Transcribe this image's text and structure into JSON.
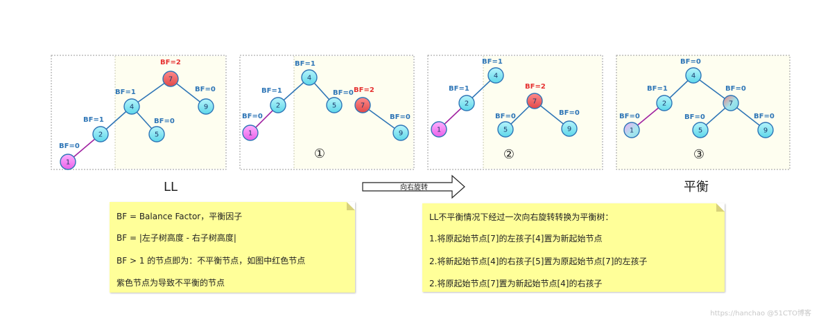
{
  "ll_label": "LL",
  "balanced_label": "平衡",
  "arrow": {
    "label": "向右旋转"
  },
  "colors": {
    "node_normal": "#7fe6f5",
    "node_unbalanced": "#f06060",
    "node_cause": "#f07ef0",
    "node_stroke": "#2e75b6",
    "edge": "#2e75b6",
    "edge_cause": "#a020a0",
    "bf_text": "#2e75b6",
    "bf_text_alert": "#e53030",
    "note_bg": "#ffff99",
    "panel_bg": "#fefef0"
  },
  "panels": [
    {
      "step": "",
      "nodes": [
        {
          "id": "7",
          "label": "7",
          "bf": "BF=2",
          "style": "unbalanced",
          "bf_alert": true
        },
        {
          "id": "4",
          "label": "4",
          "bf": "BF=1",
          "style": "normal"
        },
        {
          "id": "9",
          "label": "9",
          "bf": "BF=0",
          "style": "normal"
        },
        {
          "id": "2",
          "label": "2",
          "bf": "BF=1",
          "style": "normal"
        },
        {
          "id": "5",
          "label": "5",
          "bf": "BF=0",
          "style": "normal"
        },
        {
          "id": "1",
          "label": "1",
          "bf": "BF=0",
          "style": "cause"
        }
      ]
    },
    {
      "step": "①",
      "nodes": [
        {
          "id": "4",
          "label": "4",
          "bf": "BF=1",
          "style": "normal"
        },
        {
          "id": "2",
          "label": "2",
          "bf": "BF=1",
          "style": "normal"
        },
        {
          "id": "5",
          "label": "5",
          "bf": "BF=0",
          "style": "normal"
        },
        {
          "id": "7",
          "label": "7",
          "bf": "BF=2",
          "style": "unbalanced",
          "bf_alert": true
        },
        {
          "id": "1",
          "label": "1",
          "bf": "BF=0",
          "style": "cause"
        },
        {
          "id": "9",
          "label": "9",
          "bf": "BF=0",
          "style": "normal"
        }
      ]
    },
    {
      "step": "②",
      "nodes": [
        {
          "id": "4",
          "label": "4",
          "bf": "BF=1",
          "style": "normal"
        },
        {
          "id": "2",
          "label": "2",
          "bf": "BF=1",
          "style": "normal"
        },
        {
          "id": "7",
          "label": "7",
          "bf": "BF=2",
          "style": "unbalanced",
          "bf_alert": true
        },
        {
          "id": "1",
          "label": "1",
          "bf": "",
          "style": "cause"
        },
        {
          "id": "5",
          "label": "5",
          "bf": "BF=0",
          "style": "normal"
        },
        {
          "id": "9",
          "label": "9",
          "bf": "BF=0",
          "style": "normal"
        }
      ]
    },
    {
      "step": "③",
      "nodes": [
        {
          "id": "4",
          "label": "4",
          "bf": "BF=0",
          "style": "normal"
        },
        {
          "id": "2",
          "label": "2",
          "bf": "BF=1",
          "style": "normal"
        },
        {
          "id": "7",
          "label": "7",
          "bf": "BF=0",
          "style": "faded"
        },
        {
          "id": "1",
          "label": "1",
          "bf": "BF=0",
          "style": "faded-cause"
        },
        {
          "id": "5",
          "label": "5",
          "bf": "BF=0",
          "style": "normal"
        },
        {
          "id": "9",
          "label": "9",
          "bf": "BF=0",
          "style": "normal"
        }
      ]
    }
  ],
  "note_left": {
    "lines": [
      "BF = Balance Factor，平衡因子",
      "BF = |左子树高度 - 右子树高度|",
      "BF > 1 的节点即为：不平衡节点，如图中红色节点",
      "紫色节点为导致不平衡的节点"
    ]
  },
  "note_right": {
    "lines": [
      "LL不平衡情况下经过一次向右旋转转换为平衡树：",
      "1.将原起始节点[7]的左孩子[4]置为新起始节点",
      "2.将新起始节点[4]的右孩子[5]置为原起始节点[7]的左孩子",
      "2.将原起始节点[7]置为新起始节点[4]的右孩子"
    ]
  },
  "watermark": "https://hanchao @51CTO博客"
}
